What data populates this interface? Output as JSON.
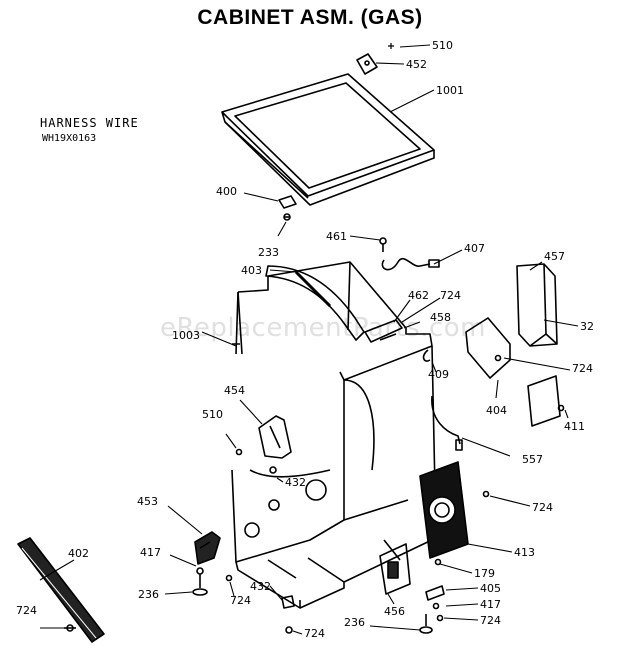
{
  "header": {
    "title": "CABINET ASM. (GAS)"
  },
  "note": {
    "line1": "HARNESS WIRE",
    "line2": "WH19X0163"
  },
  "watermark": "eReplacementParts.com",
  "parts": [
    {
      "id": "p510a",
      "label": "510"
    },
    {
      "id": "p452",
      "label": "452"
    },
    {
      "id": "p1001",
      "label": "1001"
    },
    {
      "id": "p400",
      "label": "400"
    },
    {
      "id": "p233",
      "label": "233"
    },
    {
      "id": "p461",
      "label": "461"
    },
    {
      "id": "p407",
      "label": "407"
    },
    {
      "id": "p457",
      "label": "457"
    },
    {
      "id": "p403",
      "label": "403"
    },
    {
      "id": "p462",
      "label": "462"
    },
    {
      "id": "p724a",
      "label": "724"
    },
    {
      "id": "p458",
      "label": "458"
    },
    {
      "id": "p32",
      "label": "32"
    },
    {
      "id": "p1003",
      "label": "1003"
    },
    {
      "id": "p409",
      "label": "409"
    },
    {
      "id": "p724b",
      "label": "724"
    },
    {
      "id": "p404",
      "label": "404"
    },
    {
      "id": "p454",
      "label": "454"
    },
    {
      "id": "p411",
      "label": "411"
    },
    {
      "id": "p510b",
      "label": "510"
    },
    {
      "id": "p557",
      "label": "557"
    },
    {
      "id": "p432a",
      "label": "432"
    },
    {
      "id": "p453",
      "label": "453"
    },
    {
      "id": "p724c",
      "label": "724"
    },
    {
      "id": "p402",
      "label": "402"
    },
    {
      "id": "p417a",
      "label": "417"
    },
    {
      "id": "p413",
      "label": "413"
    },
    {
      "id": "p236a",
      "label": "236"
    },
    {
      "id": "p724d",
      "label": "724"
    },
    {
      "id": "p179",
      "label": "179"
    },
    {
      "id": "p432b",
      "label": "432"
    },
    {
      "id": "p405",
      "label": "405"
    },
    {
      "id": "p456",
      "label": "456"
    },
    {
      "id": "p417b",
      "label": "417"
    },
    {
      "id": "p724e",
      "label": "724"
    },
    {
      "id": "p236b",
      "label": "236"
    },
    {
      "id": "p724f",
      "label": "724"
    },
    {
      "id": "p724g",
      "label": "724"
    }
  ]
}
